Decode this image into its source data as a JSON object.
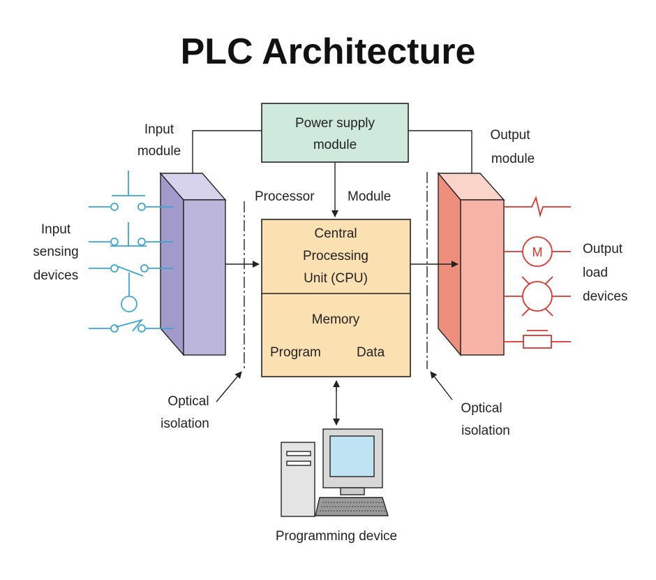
{
  "title": "PLC Architecture",
  "power_supply": {
    "line1": "Power supply",
    "line2": "module"
  },
  "processor_label": "Processor",
  "module_label": "Module",
  "cpu": {
    "line1": "Central",
    "line2": "Processing",
    "line3": "Unit (CPU)"
  },
  "memory": {
    "label": "Memory",
    "program": "Program",
    "data": "Data"
  },
  "input_module": {
    "line1": "Input",
    "line2": "module"
  },
  "output_module": {
    "line1": "Output",
    "line2": "module"
  },
  "input_devices": {
    "line1": "Input",
    "line2": "sensing",
    "line3": "devices"
  },
  "output_devices": {
    "line1": "Output",
    "line2": "load",
    "line3": "devices"
  },
  "optical_left": {
    "line1": "Optical",
    "line2": "isolation"
  },
  "optical_right": {
    "line1": "Optical",
    "line2": "isolation"
  },
  "programming_device": "Programming device",
  "motor_symbol": "M",
  "colors": {
    "power_supply": "#cfe9dc",
    "cpu": "#fbe0b2",
    "input_module_front": "#bcb6dc",
    "input_module_side": "#a29acb",
    "output_module_front": "#f7b3a5",
    "output_module_side": "#ee8e7c",
    "input_wiring": "#3aa6d2",
    "output_wiring": "#d9342b",
    "screen": "#bfe3f3"
  }
}
